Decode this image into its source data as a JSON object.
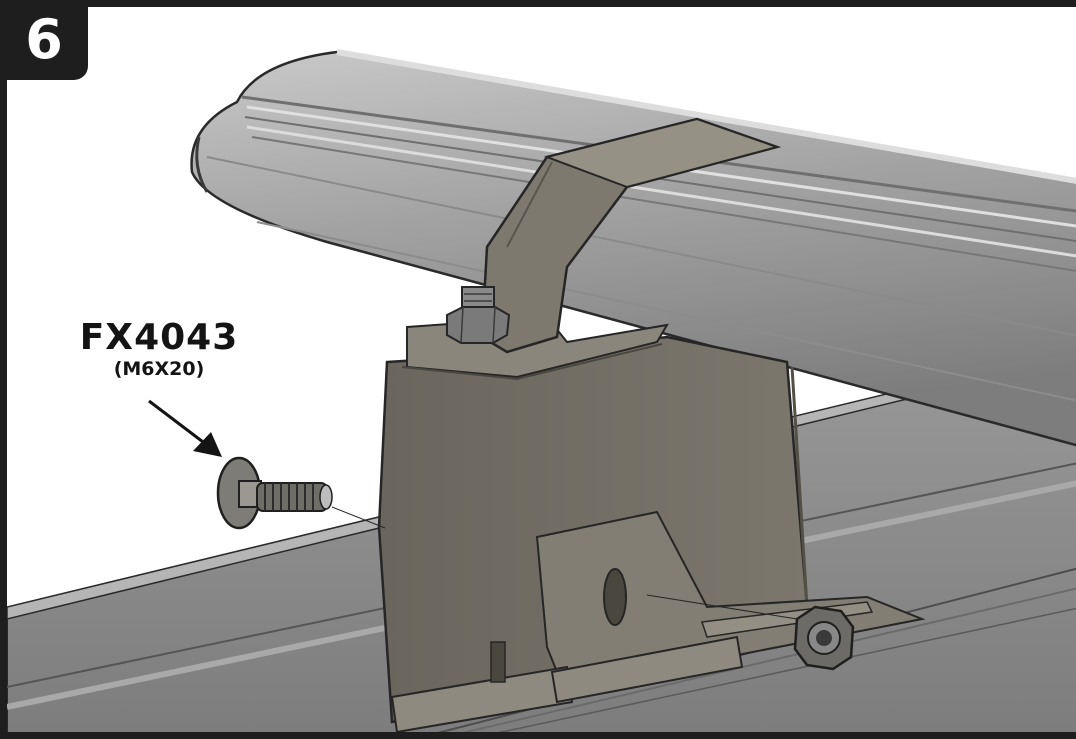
{
  "step": {
    "number": "6"
  },
  "part": {
    "code": "FX4043",
    "size": "(M6X20)"
  },
  "colors": {
    "frame": "#1e1e1e",
    "crossbar": "#9c9c9c",
    "bracket": "#6e6a60",
    "tray": "#8d8d8d",
    "hardware": "#7a7872"
  },
  "icons": [
    "arrow-icon",
    "carriage-bolt-icon",
    "hex-nut-icon",
    "lock-nut-icon"
  ]
}
